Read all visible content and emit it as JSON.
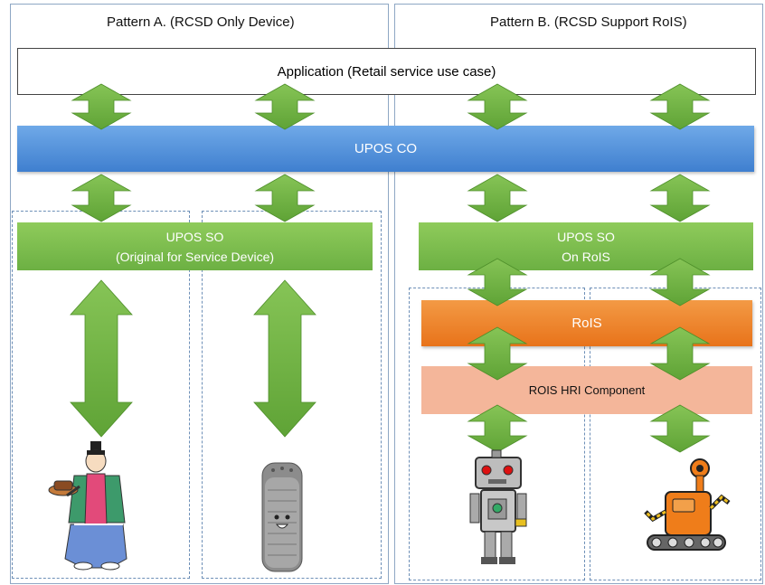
{
  "pattern_a": {
    "title": "Pattern A. (RCSD Only Device)"
  },
  "pattern_b": {
    "title": "Pattern B. (RCSD Support RoIS)"
  },
  "application": {
    "label": "Application (Retail service use case)"
  },
  "upos_co": {
    "label": "UPOS CO"
  },
  "upos_so_a": {
    "line1": "UPOS SO",
    "line2": "(Original for Service Device)"
  },
  "upos_so_b": {
    "line1": "UPOS SO",
    "line2": "On RoIS"
  },
  "rois": {
    "label": "RoIS"
  },
  "rois_hri": {
    "label": "ROIS HRI Component"
  },
  "colors": {
    "arrow_fill": "#6fb43f",
    "upos_co": "#4a8ad8",
    "upos_so": "#7cbd4c",
    "rois": "#ed7d31",
    "rois_hri": "#f4b69a",
    "frame_border": "#8ea7c4"
  },
  "devices": [
    {
      "icon": "tea-serving-doll-icon"
    },
    {
      "icon": "smart-speaker-icon"
    },
    {
      "icon": "humanoid-robot-icon"
    },
    {
      "icon": "tracked-robot-icon"
    }
  ]
}
